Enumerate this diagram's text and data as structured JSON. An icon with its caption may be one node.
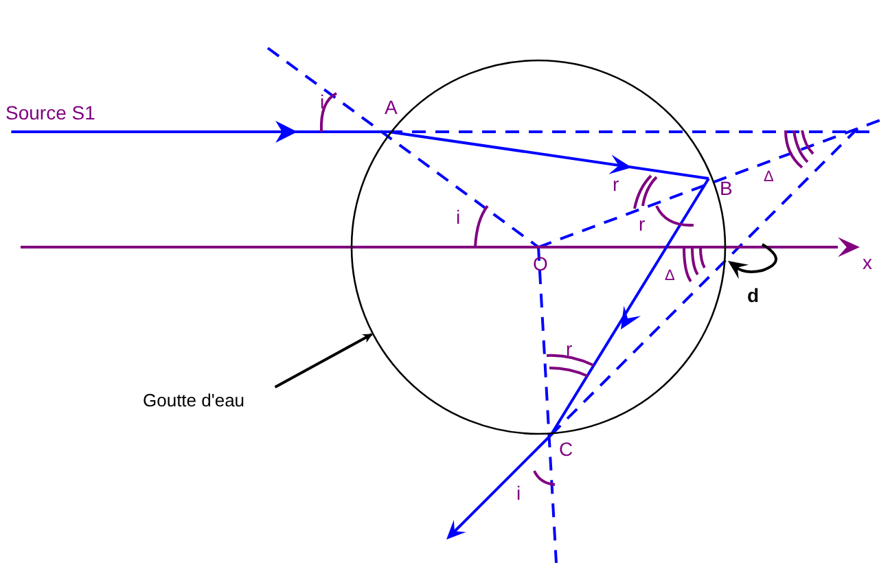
{
  "diagram": {
    "nodes": [
      {
        "text": [
          "Source S1"
        ]
      },
      {
        "text": [],
        "shape": "circle"
      },
      {
        "text": [
          "Goutte d'eau"
        ]
      }
    ],
    "edges": [
      {
        "from": 0,
        "to": null,
        "arrow": "to",
        "color": "#0000ff"
      },
      {
        "from": 2,
        "to": 1,
        "arrow": "to",
        "color": "#000000"
      }
    ],
    "labels": [
      "i",
      "A",
      "Δ",
      "r",
      "B",
      "i",
      "r",
      "O",
      "x",
      "Δ",
      "d",
      "r",
      "C",
      "i"
    ]
  }
}
